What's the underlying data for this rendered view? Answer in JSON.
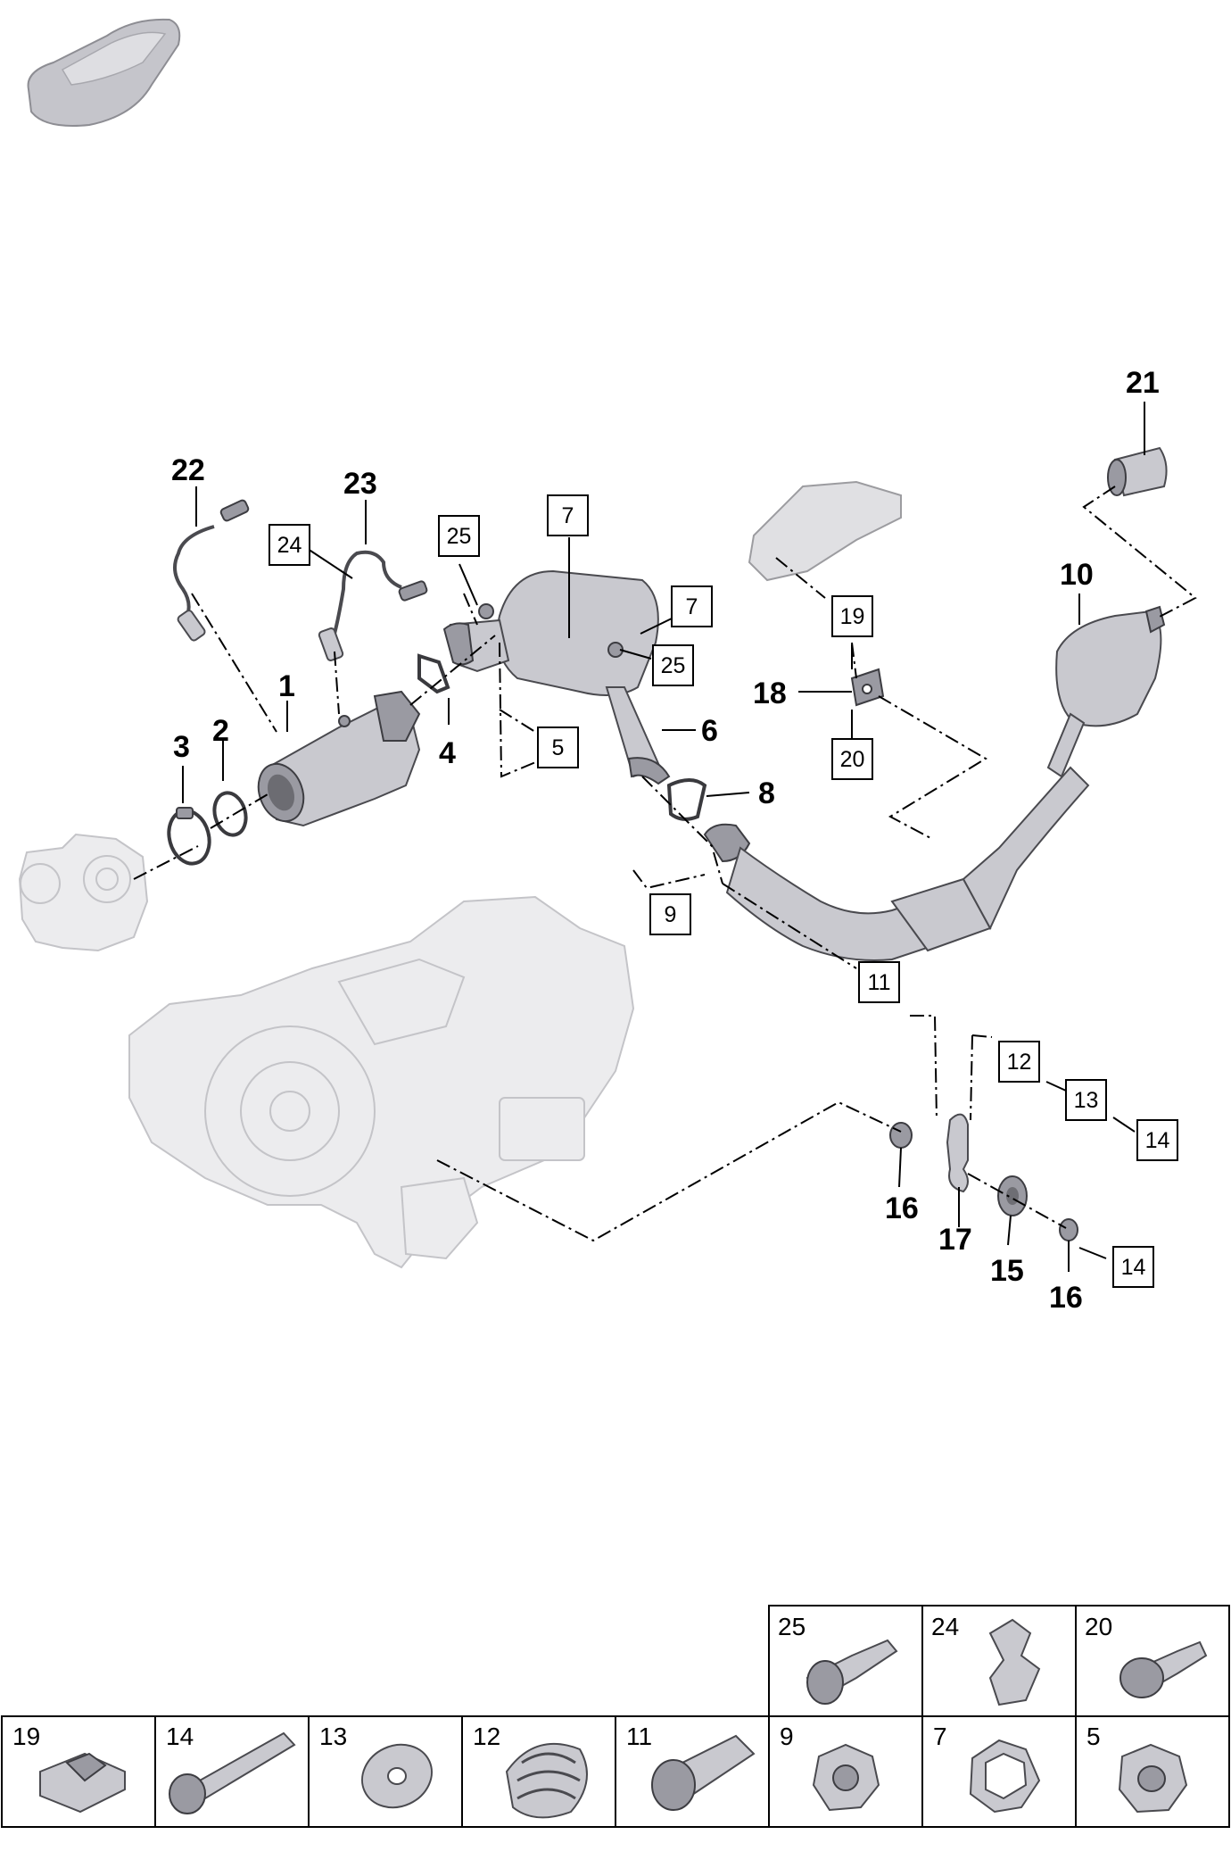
{
  "callouts": {
    "c1": "1",
    "c2": "2",
    "c3": "3",
    "c4": "4",
    "c6": "6",
    "c8": "8",
    "c10": "10",
    "c15": "15",
    "c16a": "16",
    "c16b": "16",
    "c17": "17",
    "c18": "18",
    "c21": "21",
    "c22": "22",
    "c23": "23"
  },
  "boxed_callouts": {
    "b5": "5",
    "b7a": "7",
    "b7b": "7",
    "b9": "9",
    "b11": "11",
    "b12": "12",
    "b13": "13",
    "b14a": "14",
    "b14b": "14",
    "b19": "19",
    "b20": "20",
    "b24": "24",
    "b25a": "25",
    "b25b": "25"
  },
  "legend": {
    "top_row": [
      "25",
      "24",
      "20"
    ],
    "bottom_row": [
      "19",
      "14",
      "13",
      "12",
      "11",
      "9",
      "7",
      "5"
    ]
  },
  "icons": {
    "car": "car-silhouette-icon",
    "turbo": "turbocharger-icon",
    "transmission": "transmission-icon"
  },
  "colors": {
    "part_fill": "#c9c9cf",
    "part_stroke": "#4a4a4f",
    "ghost_fill": "#ececee"
  }
}
